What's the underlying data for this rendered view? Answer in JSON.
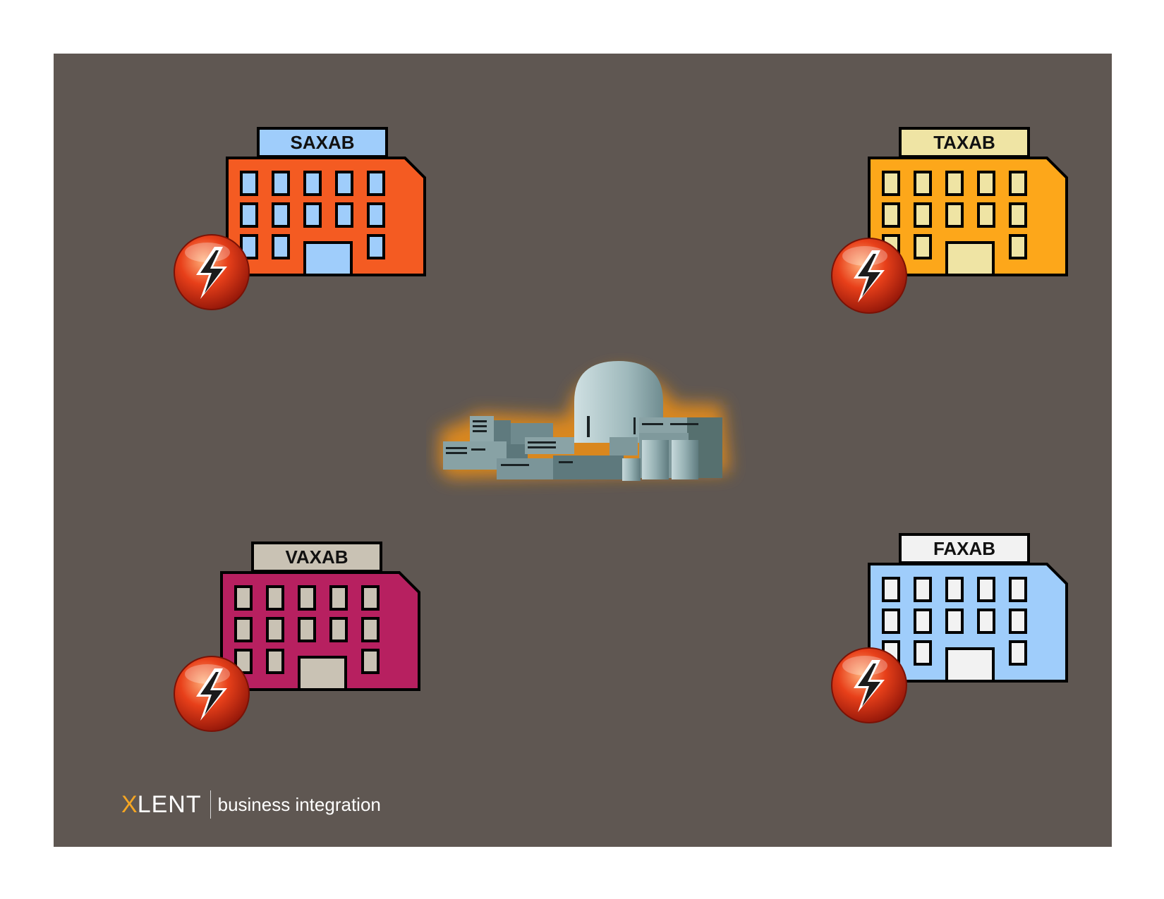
{
  "buildings": [
    {
      "label": "SAXAB",
      "body_color": "#f45b22",
      "window_color": "#9fcdfb",
      "sign_color": "#9fcdfb"
    },
    {
      "label": "TAXAB",
      "body_color": "#fda71a",
      "window_color": "#efe4a4",
      "sign_color": "#efe4a4"
    },
    {
      "label": "VAXAB",
      "body_color": "#b72060",
      "window_color": "#c9c2b4",
      "sign_color": "#c9c2b4"
    },
    {
      "label": "FAXAB",
      "body_color": "#9fcdfb",
      "window_color": "#f2f2f2",
      "sign_color": "#f2f2f2"
    }
  ],
  "badge_icon": "lightning-bolt-icon",
  "center_icon": "power-plant-icon",
  "logo": {
    "mark_x": "X",
    "mark_rest": "LENT",
    "tagline": "business integration",
    "accent_color": "#f5a623"
  }
}
